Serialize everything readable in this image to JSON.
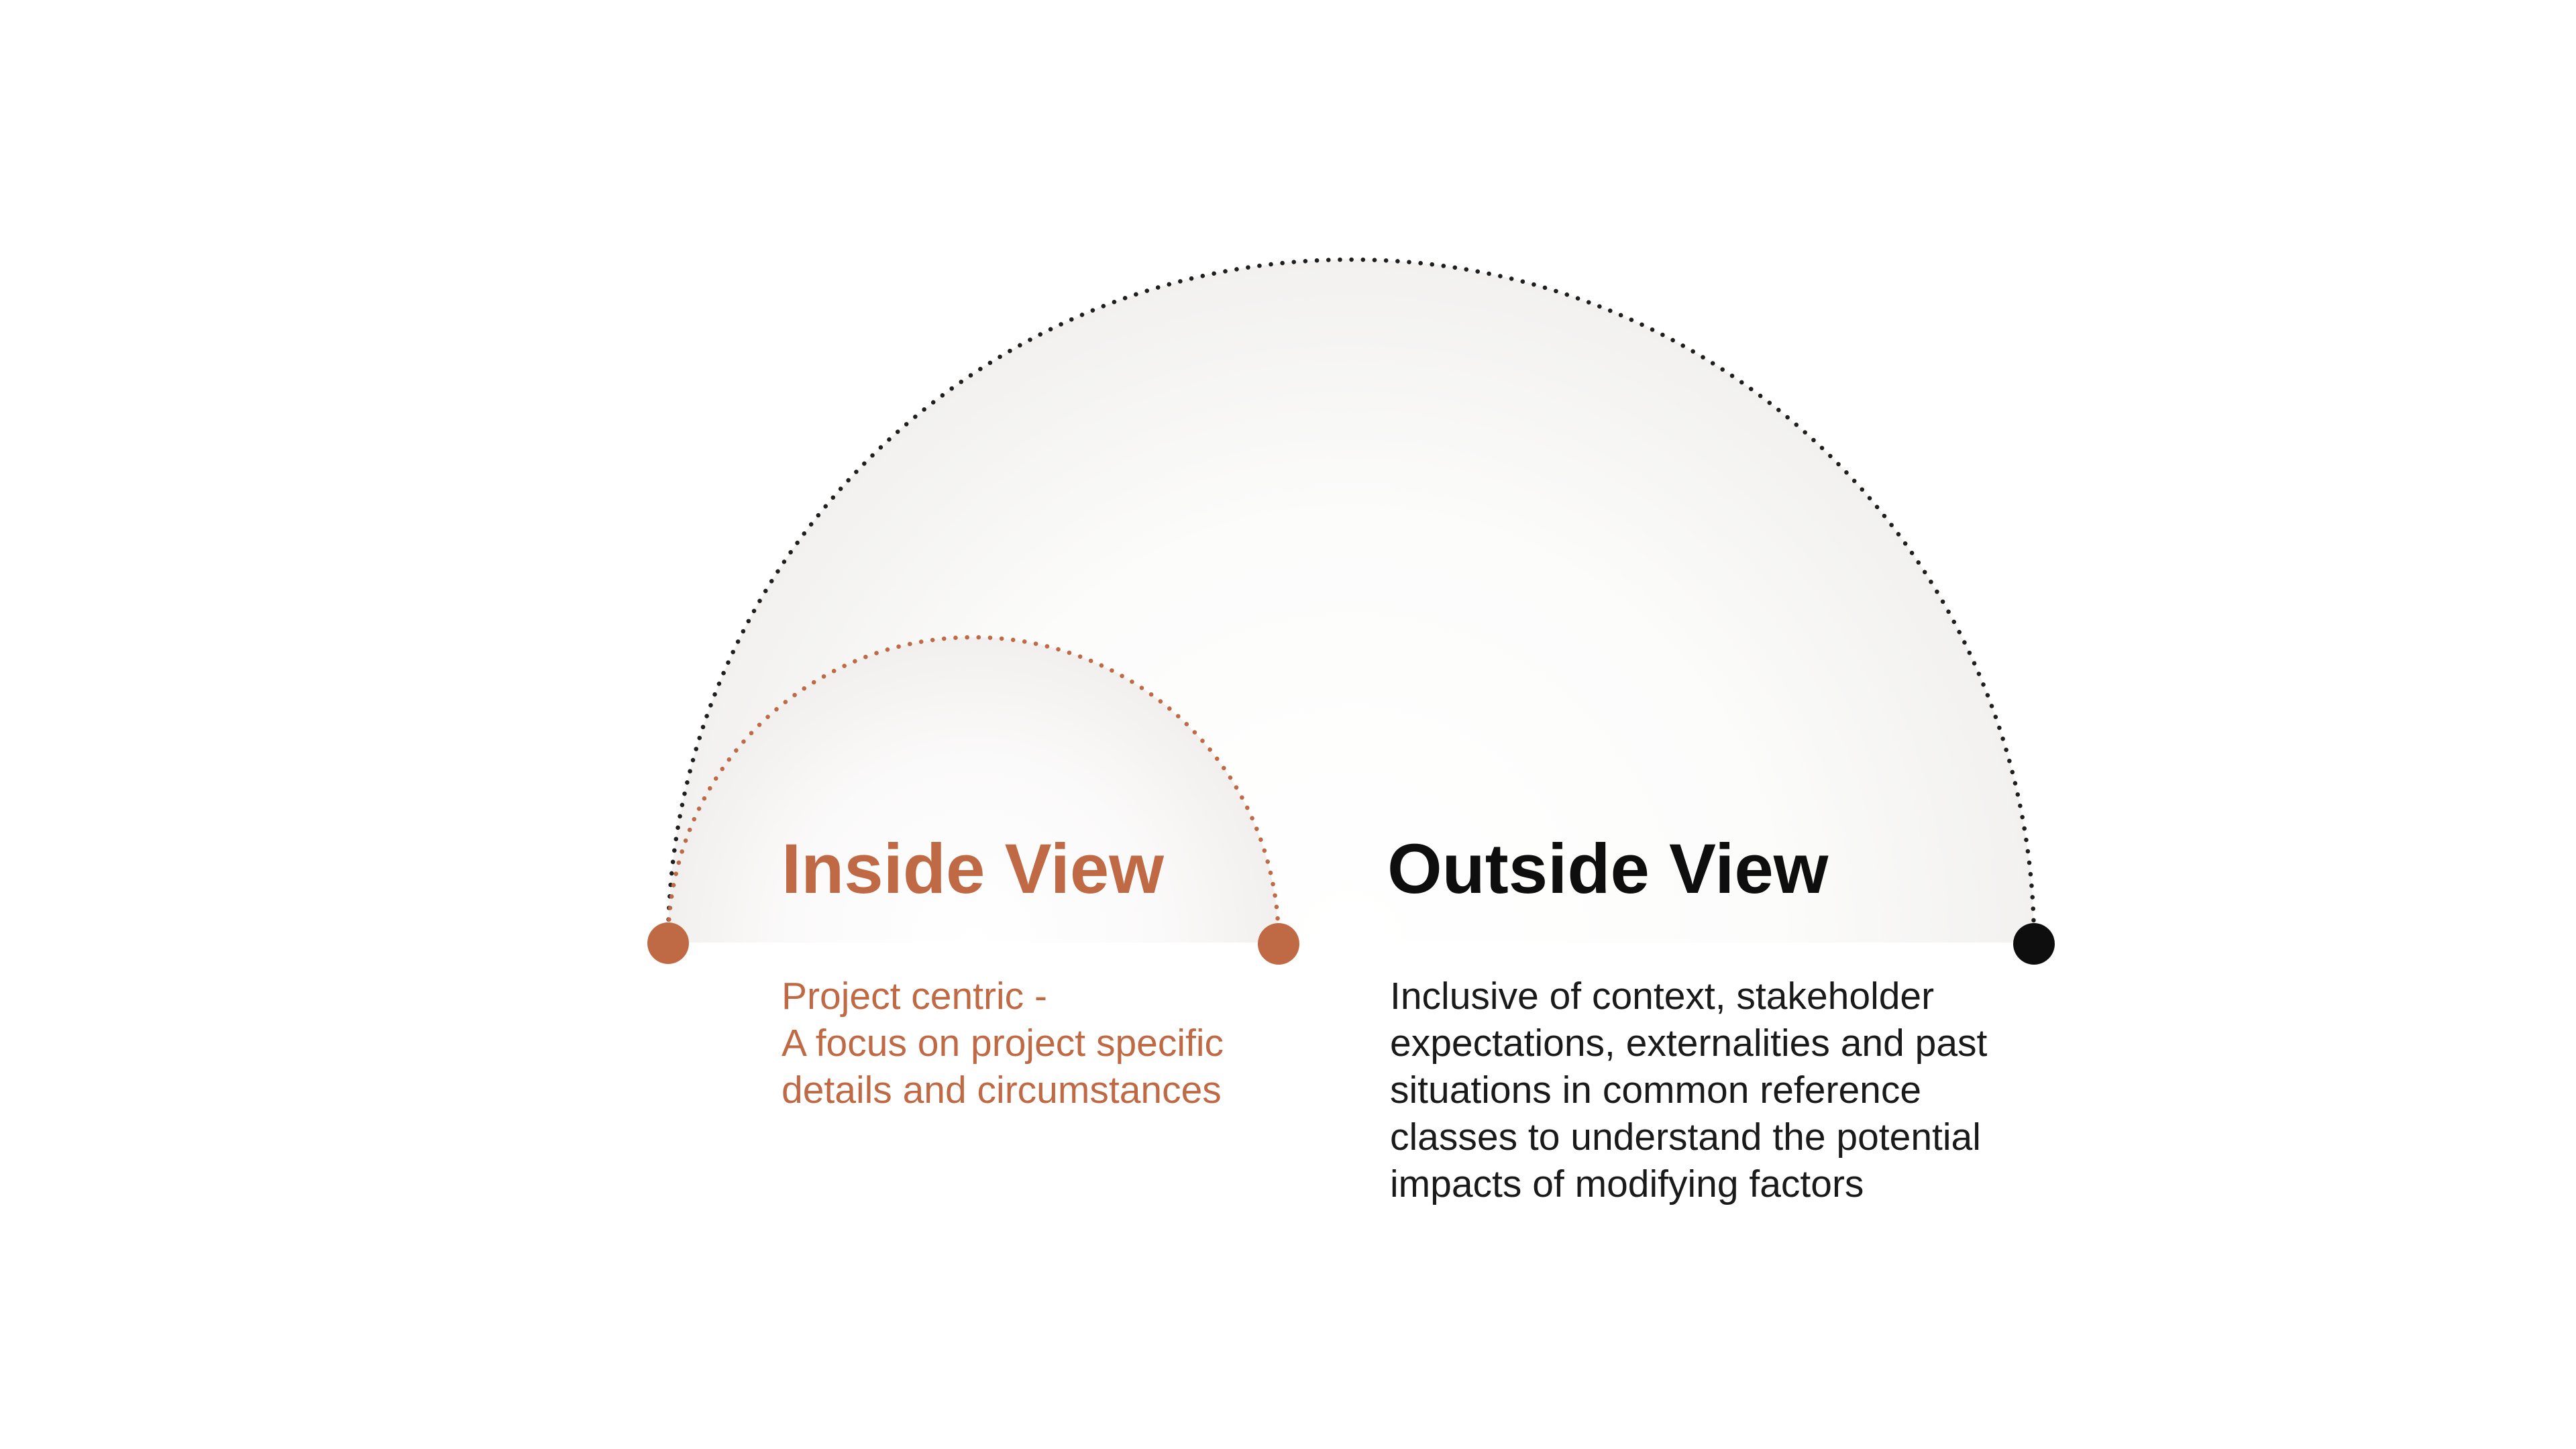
{
  "diagram": {
    "type": "nested-semicircle-comparison",
    "inside_view": {
      "title": "Inside View",
      "description": "Project centric -\nA focus on project specific\ndetails and circumstances",
      "accent_color": "#BF6A45",
      "arc_style": "dotted",
      "endpoint_dots": 2
    },
    "outside_view": {
      "title": "Outside View",
      "description": "Inclusive of context, stakeholder\nexpectations, externalities and past\nsituations in common reference\nclasses to understand the potential\nimpacts of modifying factors",
      "accent_color": "#0E0E0E",
      "arc_dot_color": "#1F1F1F",
      "arc_style": "dotted",
      "endpoint_dots": 1
    },
    "background_color": "#FFFFFF",
    "arc_fill_edge_color": "#F2F1F0"
  }
}
